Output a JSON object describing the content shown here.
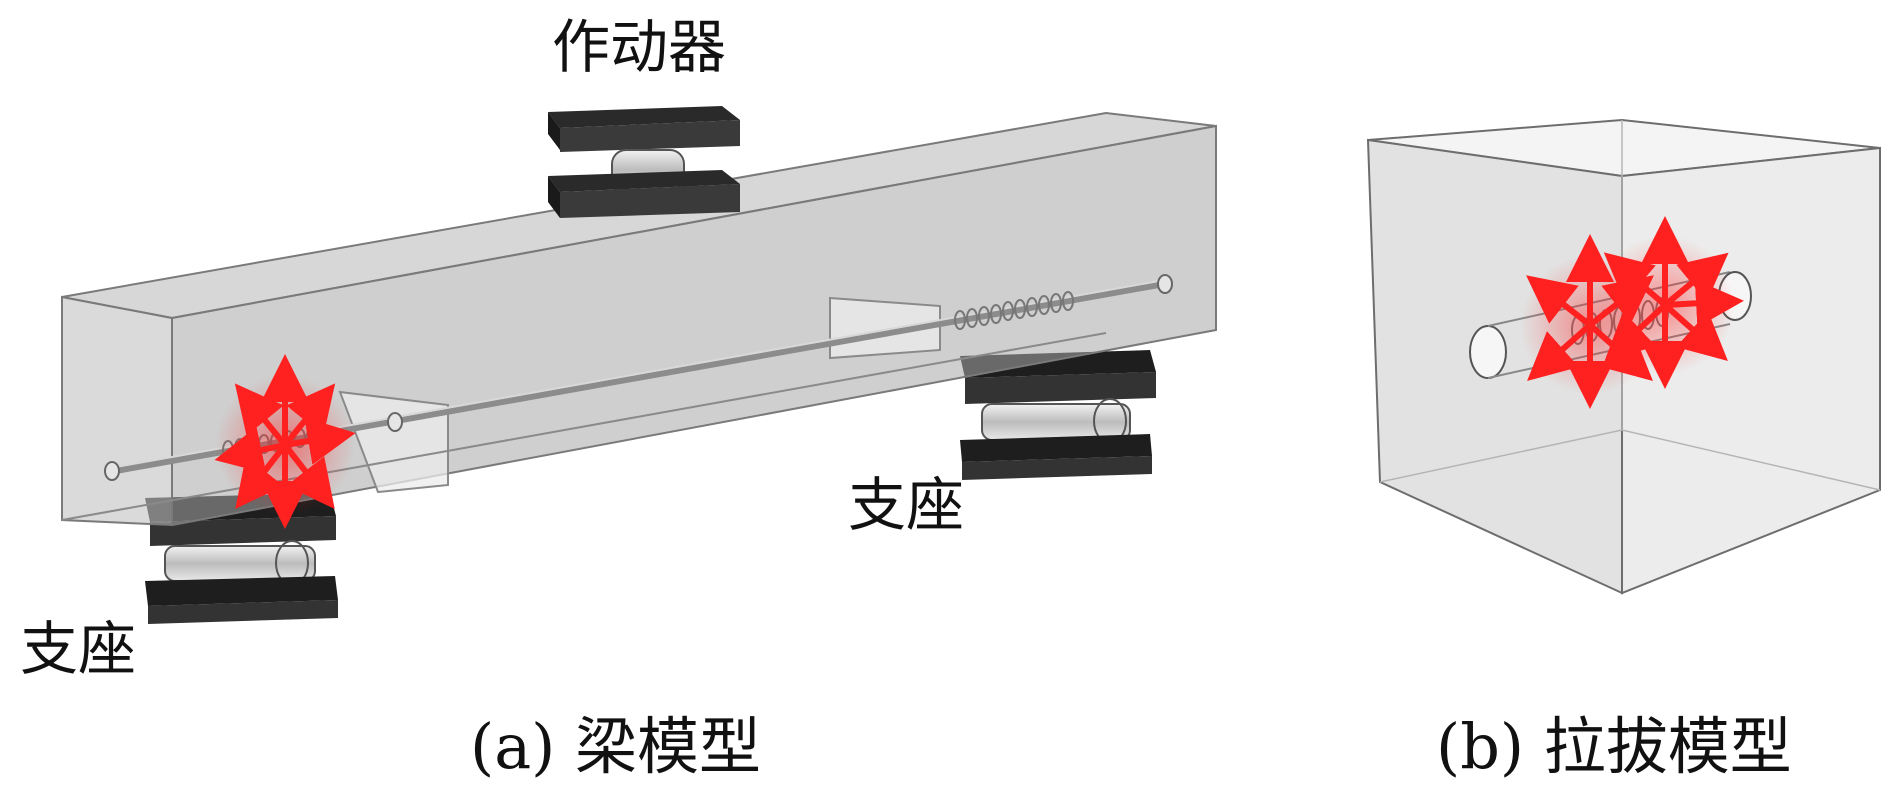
{
  "labels": {
    "actuator": "作动器",
    "support_left": "支座",
    "support_right": "支座"
  },
  "captions": {
    "a": "(a) 梁模型",
    "b": "(b) 拉拔模型"
  },
  "colors": {
    "concrete_fill": "#b8b8b8",
    "concrete_edge": "#7a7a7a",
    "steel_block": "#2a2a2a",
    "roller": "#d0d0d0",
    "arrow_red": "#ff2020",
    "pullout_block": "#e6e6e6"
  }
}
